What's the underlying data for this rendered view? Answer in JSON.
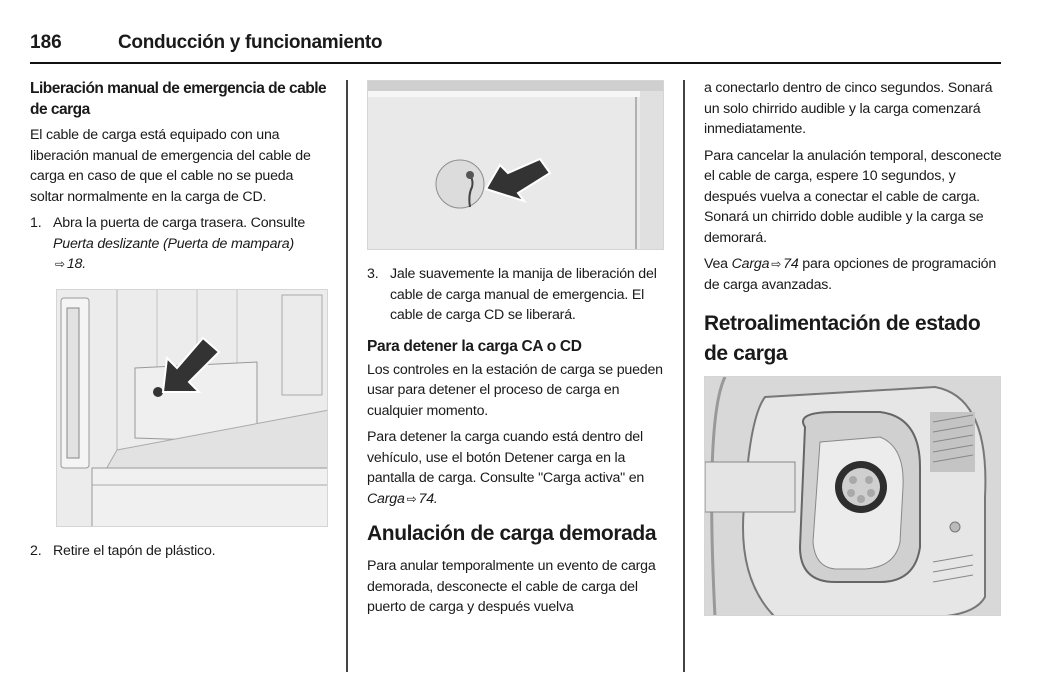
{
  "header": {
    "page_number": "186",
    "section_title": "Conducción y funcionamiento"
  },
  "column1": {
    "heading": "Liberación manual de emergencia de cable de carga",
    "intro": "El cable de carga está equipado con una liberación manual de emergencia del cable de carga en caso de que el cable no se pueda soltar normalmente en la carga de CD.",
    "step1": {
      "number": "1.",
      "text": "Abra la puerta de carga trasera. Consulte",
      "xref": "Puerta deslizante (Puerta de mampara)",
      "arrow": "⇨",
      "page": "18."
    },
    "figure1": {
      "icon": "arrow-pointer-icon",
      "description": "Cargo area with plastic plug indicated by arrow"
    },
    "step2": {
      "number": "2.",
      "text": "Retire el tapón de plástico."
    }
  },
  "column2": {
    "figure2": {
      "icon": "arrow-pointer-icon",
      "description": "Emergency release handle behind plug indicated by arrow"
    },
    "step3": {
      "number": "3.",
      "text": "Jale suavemente la manija de liberación del cable de carga manual de emergencia. El cable de carga CD se liberará."
    },
    "stop_heading": "Para detener la carga CA o CD",
    "stop_p1": "Los controles en la estación de carga se pueden usar para detener el proceso de carga en cualquier momento.",
    "stop_p2": "Para detener la carga cuando está dentro del vehículo, use el botón Detener carga en la pantalla de carga. Consulte \"Carga activa\" en",
    "stop_p2_xref": "Carga",
    "stop_p2_arrow": "⇨",
    "stop_p2_page": "74.",
    "override_heading": "Anulación de carga demorada",
    "override_p1": "Para anular temporalmente un evento de carga demorada, desconecte el cable de carga del puerto de carga y después vuelva"
  },
  "column3": {
    "override_p1_cont": "a conectarlo dentro de cinco segundos. Sonará un solo chirrido audible y la carga comenzará inmediatamente.",
    "override_p2": "Para cancelar la anulación temporal, desconecte el cable de carga, espere 10 segundos, y después vuelva a conectar el cable de carga. Sonará un chirrido doble audible y la carga se demorará.",
    "override_p3_prefix": "Vea",
    "override_p3_xref": "Carga",
    "override_p3_arrow": "⇨",
    "override_p3_page": "74",
    "override_p3_suffix": "para opciones de programación de carga avanzadas.",
    "feedback_heading": "Retroalimentación de estado de carga",
    "figure3": {
      "description": "Charge port with connector inlet"
    }
  }
}
